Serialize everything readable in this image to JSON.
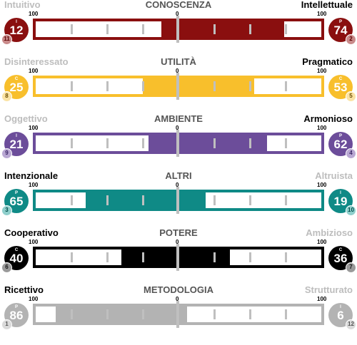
{
  "scale": {
    "left": "100",
    "center": "0",
    "right": "100"
  },
  "rows": [
    {
      "title": "CONOSCENZA",
      "left_label": "Intuitivo",
      "right_label": "Intellettuale",
      "dominant": "right",
      "color": "#8a0f0f",
      "rank_color": "#c98a8a",
      "rank_text": "#5a0000",
      "left_badge": {
        "letter": "I",
        "value": "12",
        "rank": "11"
      },
      "right_badge": {
        "letter": "P",
        "value": "74",
        "rank": "2"
      },
      "fill_from": 12,
      "fill_to": 74
    },
    {
      "title": "UTILITÀ",
      "left_label": "Disinteressato",
      "right_label": "Pragmatico",
      "dominant": "right",
      "color": "#f8bf2c",
      "rank_color": "#fbe3a4",
      "rank_text": "#6b4e00",
      "left_badge": {
        "letter": "C",
        "value": "25",
        "rank": "8"
      },
      "right_badge": {
        "letter": "C",
        "value": "53",
        "rank": "5"
      },
      "fill_from": 25,
      "fill_to": 53
    },
    {
      "title": "AMBIENTE",
      "left_label": "Oggettivo",
      "right_label": "Armonioso",
      "dominant": "right",
      "color": "#6c4d9a",
      "rank_color": "#b9a8d3",
      "rank_text": "#3a2566",
      "left_badge": {
        "letter": "I",
        "value": "21",
        "rank": "9"
      },
      "right_badge": {
        "letter": "P",
        "value": "62",
        "rank": "4"
      },
      "fill_from": 21,
      "fill_to": 62
    },
    {
      "title": "ALTRI",
      "left_label": "Intenzionale",
      "right_label": "Altruista",
      "dominant": "left",
      "color": "#0f8a86",
      "rank_color": "#8fcfcc",
      "rank_text": "#004d4a",
      "left_badge": {
        "letter": "P",
        "value": "65",
        "rank": "3"
      },
      "right_badge": {
        "letter": "I",
        "value": "19",
        "rank": "10"
      },
      "fill_from": 65,
      "fill_to": 19
    },
    {
      "title": "POTERE",
      "left_label": "Cooperativo",
      "right_label": "Ambizioso",
      "dominant": "left",
      "color": "#000000",
      "rank_color": "#9a9a9a",
      "rank_text": "#111111",
      "left_badge": {
        "letter": "C",
        "value": "40",
        "rank": "6"
      },
      "right_badge": {
        "letter": "C",
        "value": "36",
        "rank": "7"
      },
      "fill_from": 40,
      "fill_to": 36
    },
    {
      "title": "METODOLOGIA",
      "left_label": "Ricettivo",
      "right_label": "Strutturato",
      "dominant": "left",
      "color": "#b3b3b3",
      "rank_color": "#dadada",
      "rank_text": "#555555",
      "left_badge": {
        "letter": "P",
        "value": "86",
        "rank": "1"
      },
      "right_badge": {
        "letter": "I",
        "value": "6",
        "rank": "12"
      },
      "fill_from": 86,
      "fill_to": 6
    }
  ]
}
